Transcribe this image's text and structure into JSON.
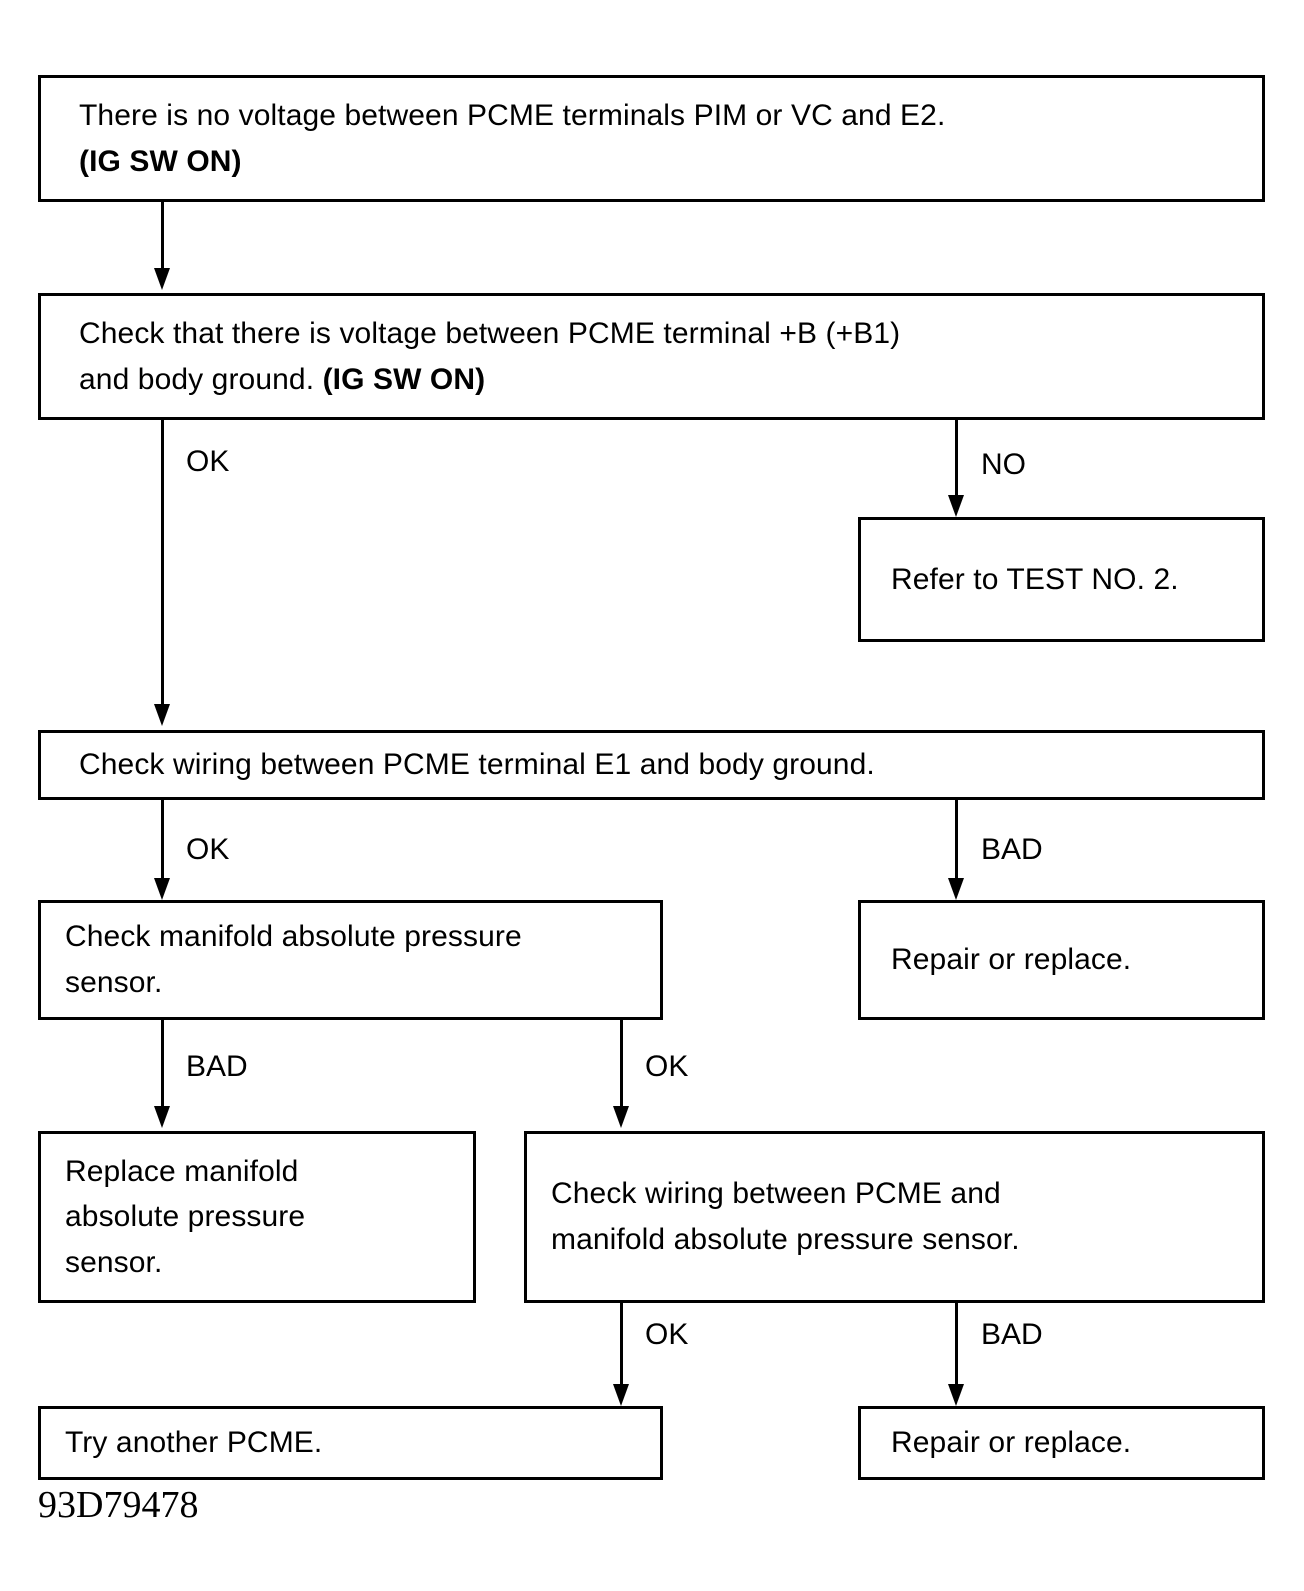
{
  "diagram": {
    "caption": "93D79478",
    "nodes": {
      "symptom": {
        "line1": "There is no voltage between PCME terminals PIM or VC and E2.",
        "line2": "(IG SW ON)"
      },
      "check_b_voltage": {
        "line1": "Check that there is voltage between PCME terminal +B (+B1)",
        "line2_plain": "and body ground. ",
        "line2_bold": "(IG SW ON)"
      },
      "refer_test2": {
        "line1": "Refer to TEST NO. 2."
      },
      "check_e1_wiring": {
        "line1": "Check wiring between PCME terminal E1 and body ground."
      },
      "check_map_sensor": {
        "line1": "Check manifold absolute pressure",
        "line2": "sensor."
      },
      "repair_or_replace_1": {
        "line1": "Repair or replace."
      },
      "replace_map_sensor": {
        "line1": "Replace manifold",
        "line2": "absolute pressure",
        "line3": "sensor."
      },
      "check_pcme_map_wiring": {
        "line1": "Check wiring between PCME and",
        "line2": "manifold absolute pressure sensor."
      },
      "try_another_pcme": {
        "line1": "Try another PCME."
      },
      "repair_or_replace_2": {
        "line1": "Repair or replace."
      }
    },
    "branches": {
      "b_voltage_ok": "OK",
      "b_voltage_no": "NO",
      "e1_wiring_ok": "OK",
      "e1_wiring_bad": "BAD",
      "map_sensor_bad": "BAD",
      "map_sensor_ok": "OK",
      "pcme_map_wiring_ok": "OK",
      "pcme_map_wiring_bad": "BAD"
    }
  }
}
